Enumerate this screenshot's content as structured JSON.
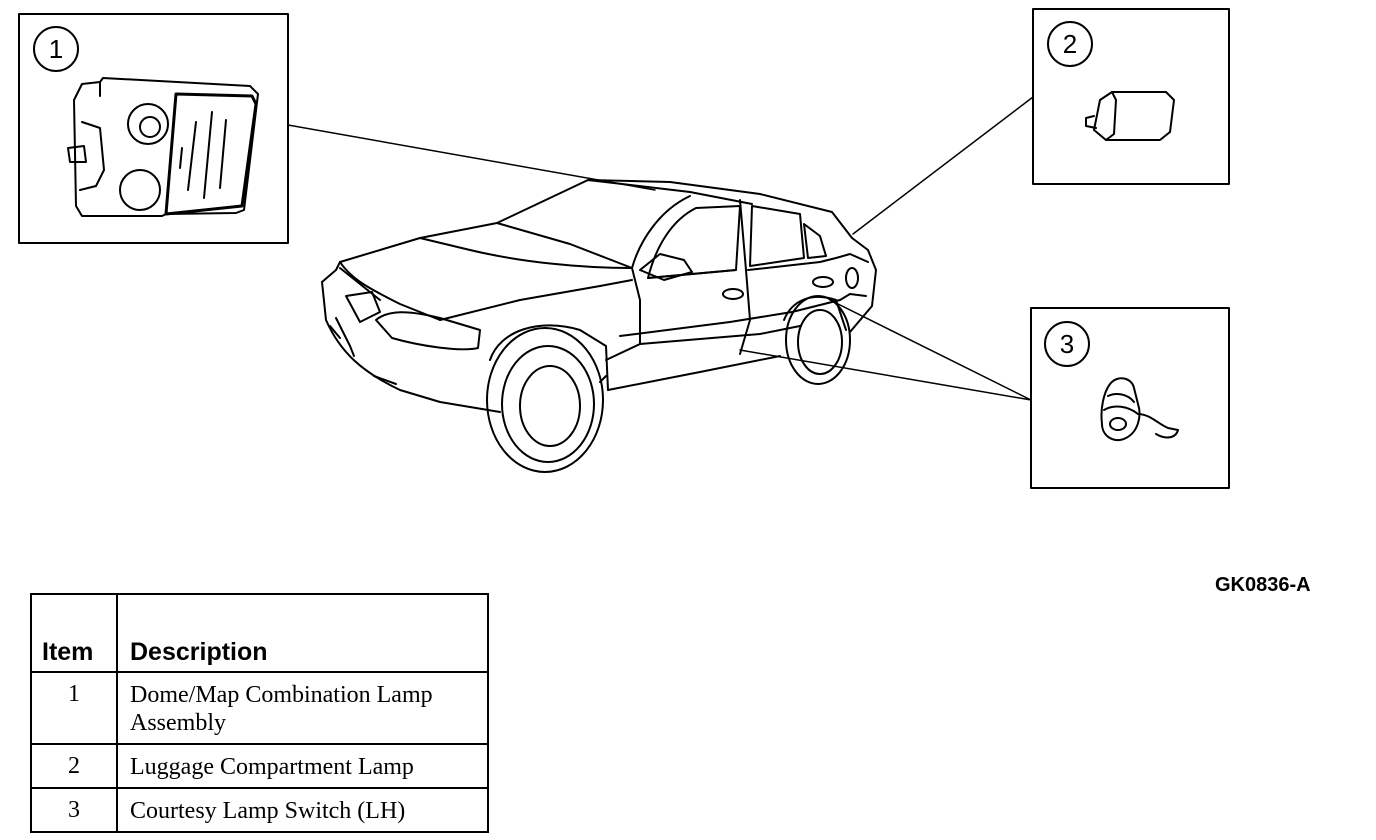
{
  "callouts": [
    {
      "number": "1",
      "name": "Dome/Map Combination Lamp Assembly"
    },
    {
      "number": "2",
      "name": "Luggage Compartment Lamp"
    },
    {
      "number": "3",
      "name": "Courtesy Lamp Switch (LH)"
    }
  ],
  "figure_id": "GK0836-A",
  "legend": {
    "headers": {
      "item": "Item",
      "description": "Description"
    },
    "rows": [
      {
        "item": "1",
        "description": "Dome/Map Combination Lamp Assembly"
      },
      {
        "item": "2",
        "description": "Luggage Compartment Lamp"
      },
      {
        "item": "3",
        "description": "Courtesy Lamp Switch (LH)"
      }
    ]
  }
}
